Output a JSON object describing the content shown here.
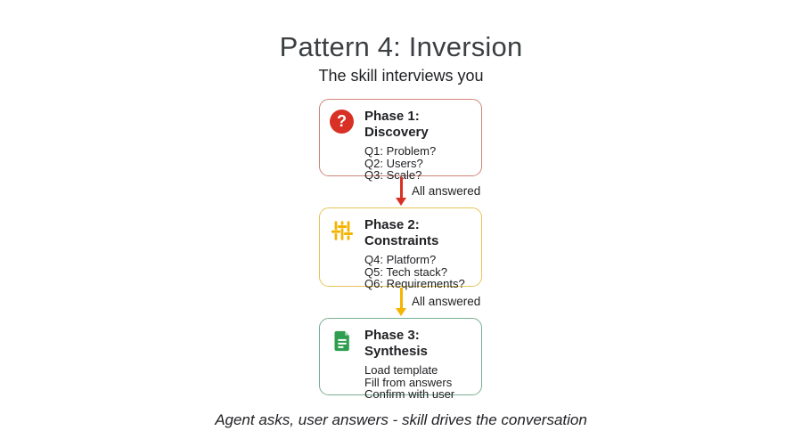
{
  "title": "Pattern 4: Inversion",
  "subtitle": "The skill interviews you",
  "caption": "Agent asks, user answers - skill drives the conversation",
  "phases": [
    {
      "title": "Phase 1: Discovery",
      "icon": "help-question-icon",
      "icon_glyph": "?",
      "accent_color": "#d93025",
      "border_color": "#cf857a",
      "items": [
        "Q1: Problem?",
        "Q2: Users?",
        "Q3: Scale?"
      ]
    },
    {
      "title": "Phase 2: Constraints",
      "icon": "sliders-tune-icon",
      "accent_color": "#f4b400",
      "border_color": "#e7c457",
      "items": [
        "Q4: Platform?",
        "Q5: Tech stack?",
        "Q6: Requirements?"
      ]
    },
    {
      "title": "Phase 3: Synthesis",
      "icon": "document-icon",
      "accent_color": "#34a853",
      "border_color": "#79ae92",
      "items": [
        "Load template",
        "Fill from answers",
        "Confirm with user"
      ]
    }
  ],
  "arrows": [
    {
      "label": "All answered",
      "color": "#d93025"
    },
    {
      "label": "All answered",
      "color": "#f4b400"
    }
  ],
  "colors": {
    "background": "#ffffff",
    "heading_text": "#3c4043",
    "body_text": "#202124",
    "red": "#d93025",
    "yellow": "#f4b400",
    "green": "#34a853"
  }
}
